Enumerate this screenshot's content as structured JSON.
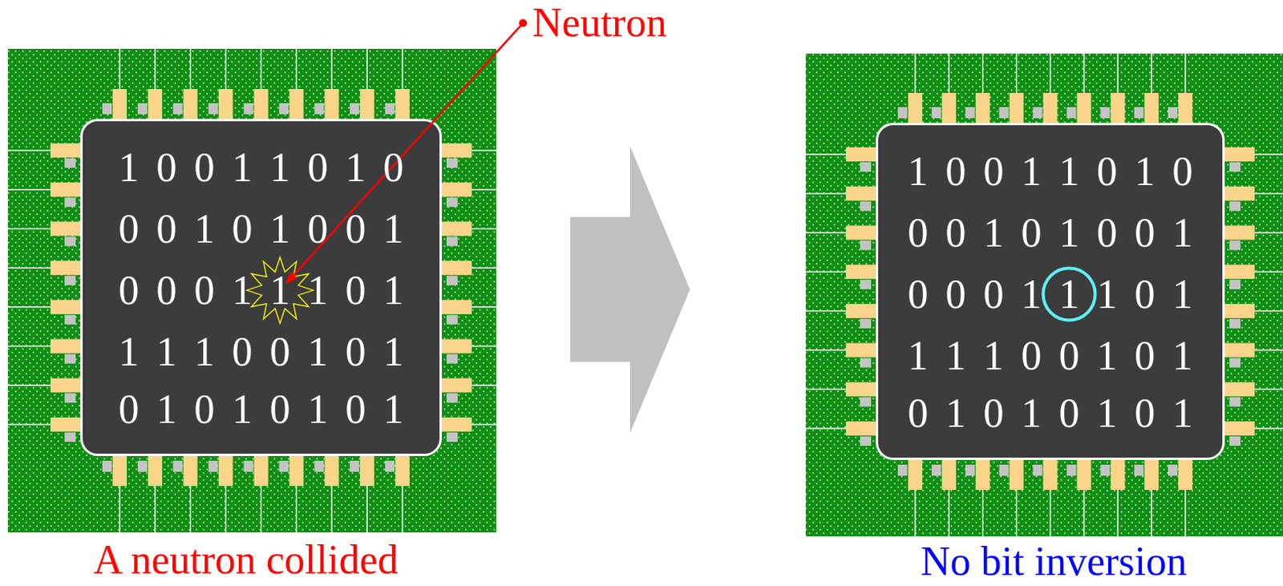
{
  "diagram": {
    "nodes": [
      {
        "text": [
          "1 0 0 1 1 0 1 0",
          "0 0 1 0 1 0 0 1",
          "0 0 0 1 1 1 0 1",
          "1 1 1 0 0 1 0 1",
          "0 1 0 1 0 1 0 1"
        ]
      },
      {
        "text": [
          "1 0 0 1 1 0 1 0",
          "0 0 1 0 1 0 0 1",
          "0 0 0 1 1 1 0 1",
          "1 1 1 0 0 1 0 1",
          "0 1 0 1 0 1 0 1"
        ]
      }
    ],
    "edges": [
      {
        "from": 0,
        "to": 1,
        "arrow": "to"
      }
    ],
    "labels": [
      "Neutron",
      "A neutron collided",
      "No bit inversion"
    ]
  }
}
